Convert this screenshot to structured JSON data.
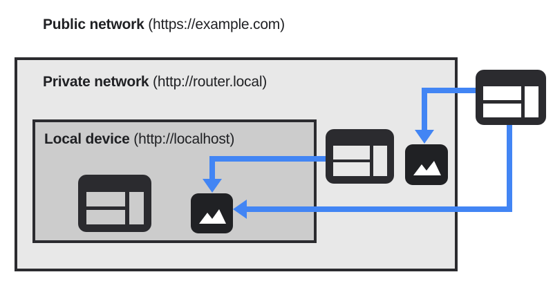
{
  "diagram": {
    "type": "network-scope-diagram",
    "background_color": "#ffffff",
    "accent_color": "#4285f4",
    "dark_color": "#2b2b2f",
    "zones": [
      {
        "id": "public",
        "name_bold": "Public network",
        "url": " (https://example.com)",
        "fill": "#ffffff"
      },
      {
        "id": "private",
        "name_bold": "Private network",
        "url": " (http://router.local)",
        "fill": "#e8e8e8"
      },
      {
        "id": "local",
        "name_bold": "Local device",
        "url": " (http://localhost)",
        "fill": "#cccccc"
      }
    ],
    "nodes": [
      {
        "id": "local-browser",
        "icon": "browser-window-icon",
        "zone": "local"
      },
      {
        "id": "local-image",
        "icon": "image-icon",
        "zone": "local"
      },
      {
        "id": "private-browser",
        "icon": "browser-window-icon",
        "zone": "private"
      },
      {
        "id": "private-image",
        "icon": "image-icon",
        "zone": "private"
      },
      {
        "id": "public-browser",
        "icon": "browser-window-icon",
        "zone": "public"
      }
    ],
    "connections": [
      {
        "id": "public-to-private-image",
        "from": "public-browser",
        "to": "private-image",
        "color": "#4285f4"
      },
      {
        "id": "private-to-local-image",
        "from": "private-browser",
        "to": "local-image",
        "color": "#4285f4"
      },
      {
        "id": "public-to-local-image",
        "from": "public-browser",
        "to": "local-image",
        "color": "#4285f4"
      }
    ]
  }
}
